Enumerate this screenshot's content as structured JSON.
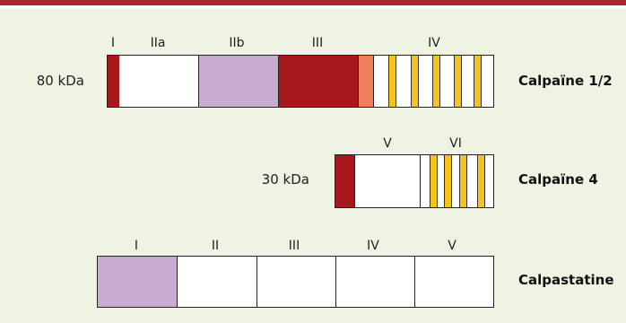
{
  "proteins": [
    {
      "name": "Calpaïne 1/2",
      "mass": "80 kDa",
      "domains": [
        "I",
        "IIa",
        "IIb",
        "III",
        "IV"
      ],
      "colors": {
        "dark_red": "#a8171b",
        "lilac": "#c9acd2",
        "salmon": "#f1815c",
        "yellow": "#f6c31e"
      }
    },
    {
      "name": "Calpaïne 4",
      "mass": "30 kDa",
      "domains": [
        "V",
        "VI"
      ],
      "colors": {
        "dark_red": "#a8171b",
        "yellow": "#f6c31e"
      }
    },
    {
      "name": "Calpastatine",
      "mass": "",
      "domains": [
        "I",
        "II",
        "III",
        "IV",
        "V"
      ],
      "colors": {
        "lilac": "#c9acd2"
      }
    }
  ],
  "colors": {
    "rule": "#a8262c",
    "background": "#eef3e3"
  }
}
